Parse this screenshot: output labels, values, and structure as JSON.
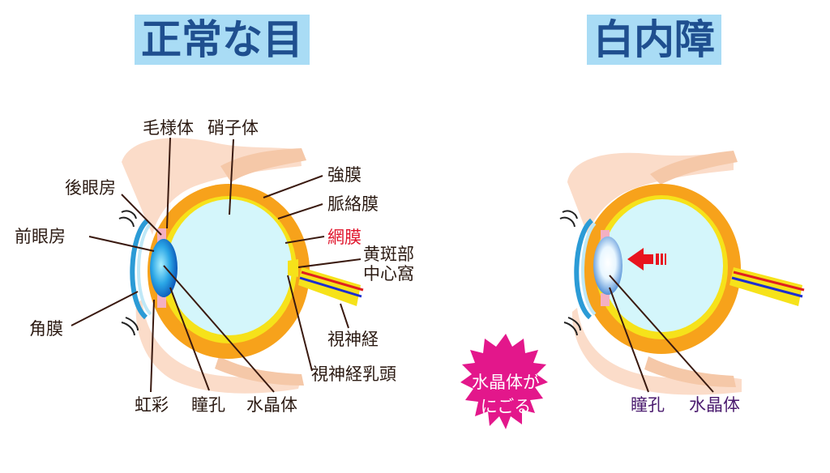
{
  "titles": {
    "normal": "正常な目",
    "cataract": "白内障"
  },
  "labels": {
    "ciliary_body": "毛様体",
    "vitreous_body": "硝子体",
    "posterior_chamber": "後眼房",
    "sclera": "強膜",
    "choroid": "脈絡膜",
    "anterior_chamber": "前眼房",
    "retina": "網膜",
    "macula": "黄斑部",
    "fovea": "中心窩",
    "cornea": "角膜",
    "optic_nerve": "視神経",
    "optic_disc": "視神経乳頭",
    "iris": "虹彩",
    "pupil": "瞳孔",
    "lens": "水晶体"
  },
  "cataract_labels": {
    "pupil": "瞳孔",
    "lens": "水晶体"
  },
  "badge": {
    "line1": "水晶体が",
    "line2": "にごる"
  },
  "colors": {
    "title_bg": "#a9dcf5",
    "title_text": "#1f4f8f",
    "retina_label": "#e0142b",
    "badge": "#e3178b",
    "sclera_orange": "#f7a21b",
    "choroid_yellow": "#f6e21a",
    "vitreous": "#d4f6fb",
    "arrow": "#e8141e"
  }
}
